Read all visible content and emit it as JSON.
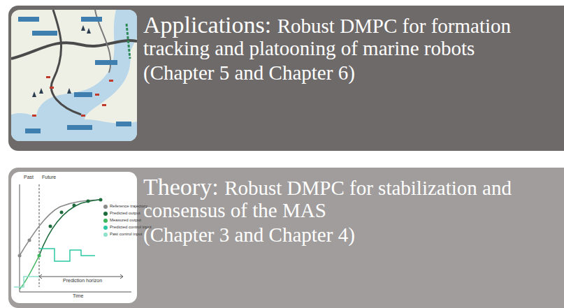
{
  "diagram": {
    "nodes": [
      {
        "text": [
          "Applications:",
          "Robust DMPC for formation tracking and platooning of marine robots",
          "(Chapter 5 and Chapter 6)"
        ]
      },
      {
        "text": [
          "Theory:",
          "Robust DMPC for stabilization and consensus of the MAS",
          "(Chapter 3 and Chapter 4)"
        ]
      }
    ],
    "edges": [],
    "labels": [
      "Past",
      "Future",
      "Prediction horizon",
      "Time"
    ],
    "legend": [
      {
        "text": "Reference trajectory",
        "color": "#8a8a8a"
      },
      {
        "text": "Predicted output",
        "color": "#1d6b3c"
      },
      {
        "text": "Measured output",
        "color": "#3cb55e"
      },
      {
        "text": "Predicted control input",
        "color": "#2bc7a4"
      },
      {
        "text": "Past control input",
        "color": "#8fe0cc"
      }
    ]
  }
}
